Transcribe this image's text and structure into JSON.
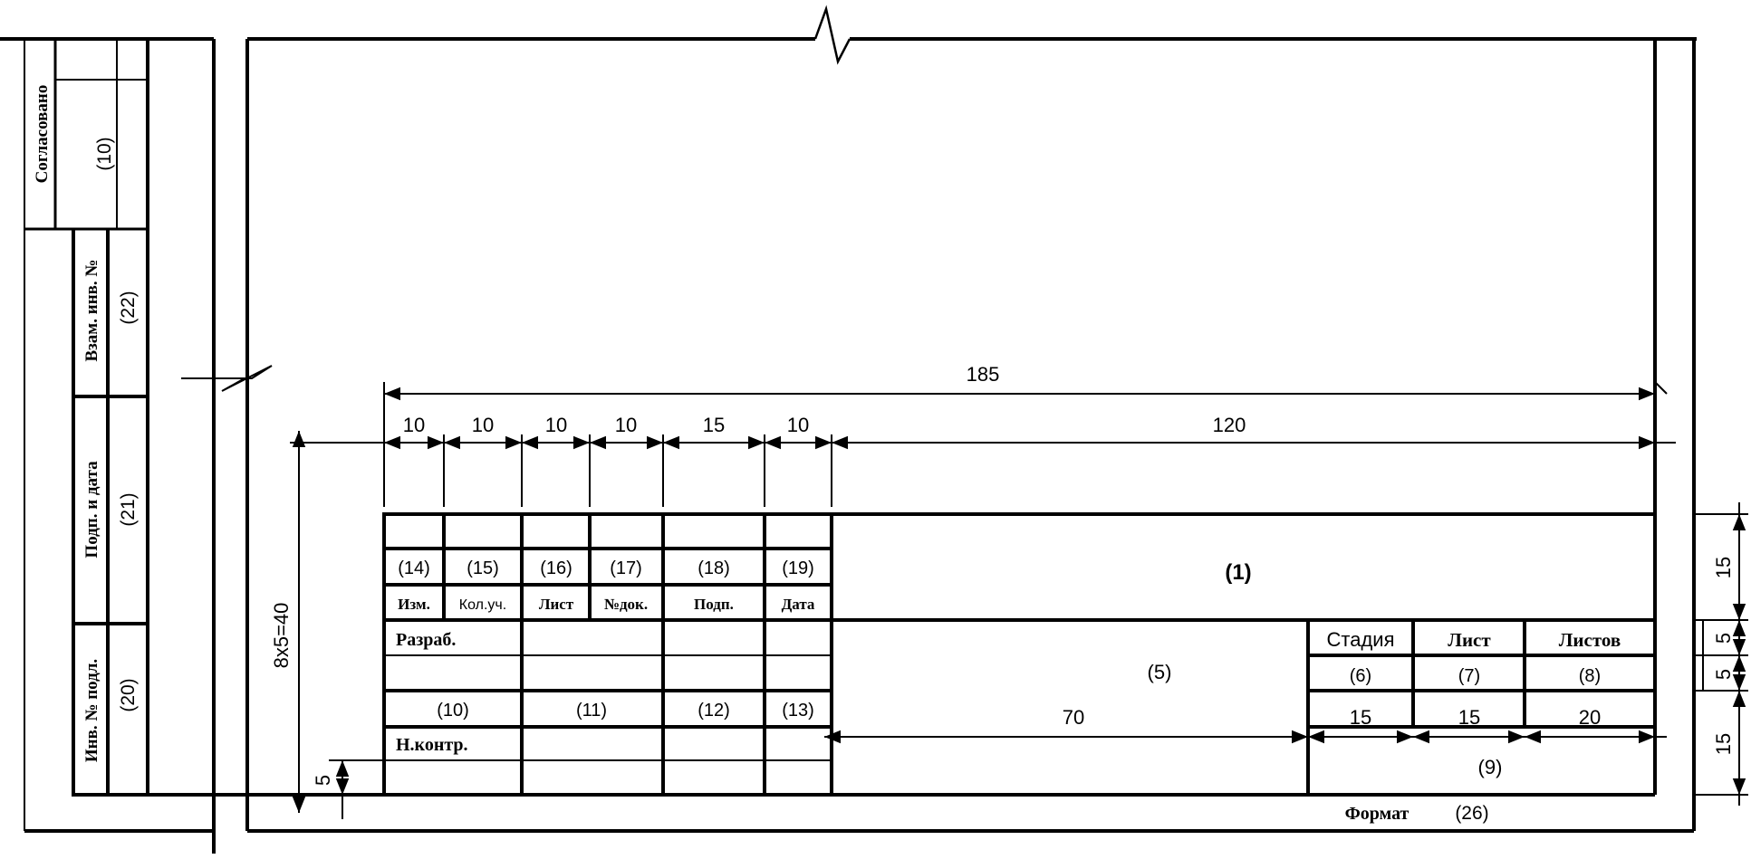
{
  "side_stamp": {
    "agreed": "Согласовано",
    "agreed_num": "(10)",
    "replaced_inv": "Взам. инв. №",
    "replaced_inv_num": "(22)",
    "sign_date": "Подп. и дата",
    "sign_date_num": "(21)",
    "orig_inv": "Инв. № подл.",
    "orig_inv_num": "(20)"
  },
  "dimensions": {
    "total_width": "185",
    "col_widths": [
      "10",
      "10",
      "10",
      "10",
      "15",
      "10",
      "120"
    ],
    "total_height": "8x5=40",
    "bottom_row": "5",
    "right_heights": [
      "15",
      "5",
      "5",
      "15"
    ],
    "name_field_width": "70",
    "stage_widths": [
      "15",
      "15",
      "20"
    ]
  },
  "title_block": {
    "field_nums": [
      "(14)",
      "(15)",
      "(16)",
      "(17)",
      "(18)",
      "(19)"
    ],
    "headers": [
      "Изм.",
      "Кол.уч.",
      "Лист",
      "№док.",
      "Подп.",
      "Дата"
    ],
    "designation": "(1)",
    "developed": "Разраб.",
    "row_nums": [
      "(10)",
      "(11)",
      "(12)",
      "(13)"
    ],
    "norm_control": "Н.контр.",
    "name_field": "(5)",
    "stage_label": "Стадия",
    "sheet_label": "Лист",
    "sheets_label": "Листов",
    "stage_num": "(6)",
    "sheet_num": "(7)",
    "sheets_num": "(8)",
    "org_field": "(9)",
    "format_label": "Формат",
    "format_num": "(26)"
  }
}
